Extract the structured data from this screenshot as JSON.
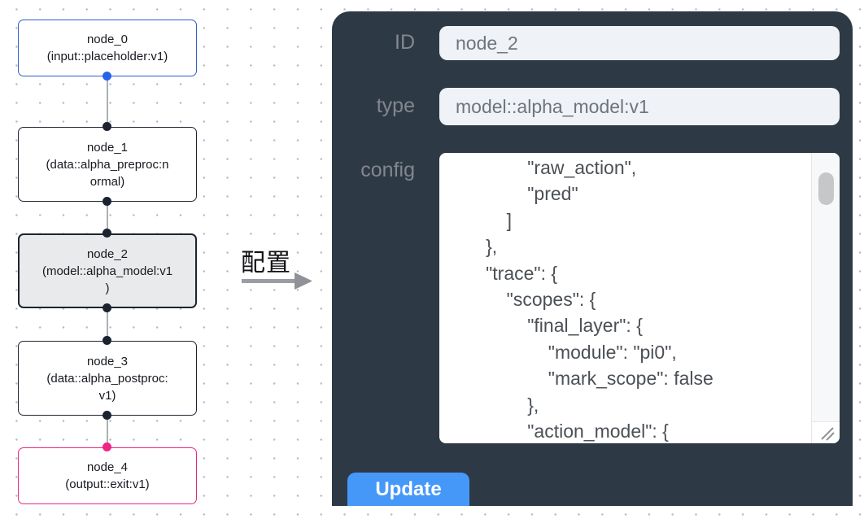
{
  "flow": {
    "nodes": [
      {
        "title": "node_0",
        "subtitle": "(input::placeholder:v1)"
      },
      {
        "title": "node_1",
        "subtitle": "(data::alpha_preproc:n\normal)"
      },
      {
        "title": "node_2",
        "subtitle": "(model::alpha_model:v1\n)"
      },
      {
        "title": "node_3",
        "subtitle": "(data::alpha_postproc:\nv1)"
      },
      {
        "title": "node_4",
        "subtitle": "(output::exit:v1)"
      }
    ],
    "arrow_label": "配置"
  },
  "panel": {
    "id_label": "ID",
    "id_value": "node_2",
    "type_label": "type",
    "type_value": "model::alpha_model:v1",
    "config_label": "config",
    "config_value": "                \"raw_action\",\n                \"pred\"\n            ]\n        },\n        \"trace\": {\n            \"scopes\": {\n                \"final_layer\": {\n                    \"module\": \"pi0\",\n                    \"mark_scope\": false\n                },\n                \"action_model\": {",
    "update_label": "Update"
  },
  "colors": {
    "panel_bg": "#2e3946",
    "input_bg": "#eff2f6",
    "update_button": "#4598f8",
    "node_default_border": "#1d2430",
    "node_input_border": "#2c5ec9",
    "node_output_border": "#e9297c",
    "selected_node_bg": "#e9eaec",
    "port_default": "#1b2230",
    "port_input_blue": "#2563eb",
    "port_output_pink": "#f02387",
    "edge_line": "#abb0b6",
    "grid_dot": "#b4b9bf"
  }
}
